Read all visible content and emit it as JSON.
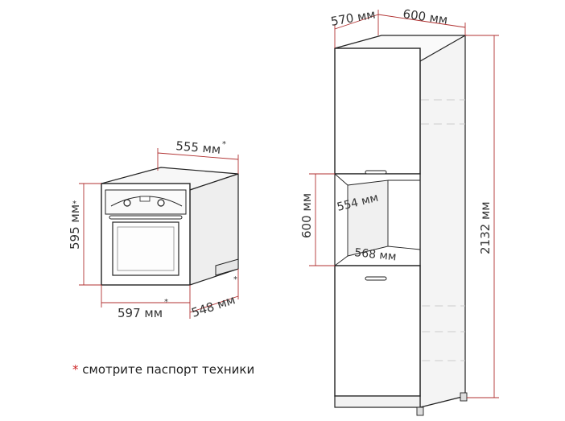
{
  "oven": {
    "width_label": "555 мм",
    "height_label": "595 мм",
    "front_width_label": "597 мм",
    "depth_label": "548 мм",
    "asterisk": "*"
  },
  "cabinet": {
    "depth_label": "570 мм",
    "width_label": "600 мм",
    "total_height_label": "2132 мм",
    "niche_height_label": "600 мм",
    "niche_depth_label": "554 мм",
    "niche_width_label": "568 мм"
  },
  "note": {
    "asterisk": "*",
    "text": "смотрите паспорт техники"
  },
  "colors": {
    "dimension_line": "#b03030",
    "outline": "#222222",
    "side_panel": "#f2f2f2",
    "shelf_dash": "#cccccc"
  }
}
